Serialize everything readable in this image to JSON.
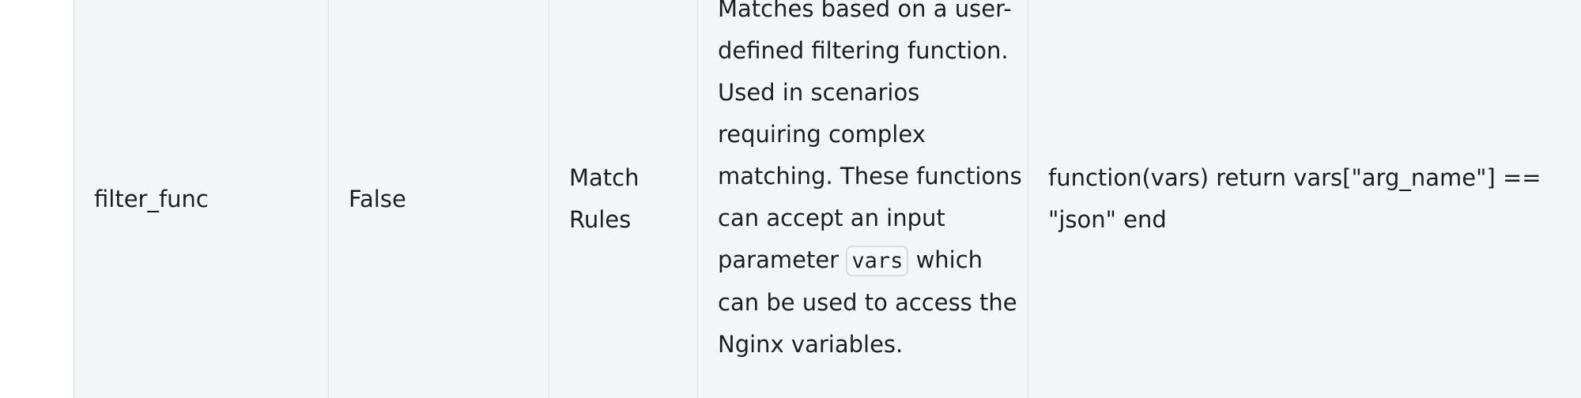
{
  "row": {
    "name": "filter_func",
    "required": "False",
    "type": "Match Rules",
    "description": {
      "before_code": "Matches based on a user-defined filtering function. Used in scenarios requiring complex matching. These functions can accept an input parameter ",
      "code": "vars",
      "after_code": " which can be used to access the Nginx variables."
    },
    "example": "function(vars) return vars[\"arg_name\"] == \"json\" end"
  }
}
